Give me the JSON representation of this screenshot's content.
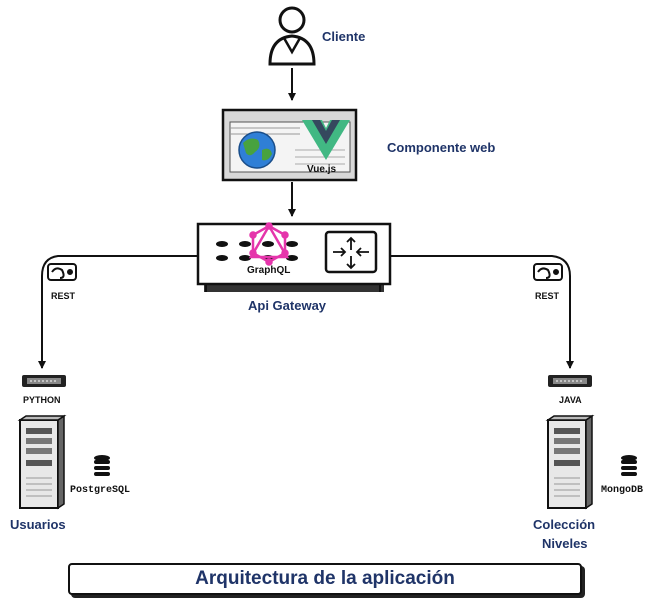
{
  "nodes": {
    "client": "Cliente",
    "web_component": "Componente web",
    "vue": "Vue.js",
    "graphql": "GraphQL",
    "api_gateway": "Api Gateway",
    "rest_left": "REST",
    "rest_right": "REST",
    "python": "PYTHON",
    "java": "JAVA",
    "postgres": "PostgreSQL",
    "mongodb": "MongoDB",
    "users": "Usuarios",
    "levels_line1": "Colección",
    "levels_line2": "Niveles"
  },
  "banner": "Arquitectura  de la aplicación",
  "colors": {
    "accent_navy": "#1f3468",
    "graphql_pink": "#e535ab",
    "vue_green": "#41b883",
    "vue_dark": "#35495e"
  },
  "icons": [
    "user-icon",
    "browser-window-icon",
    "globe-icon",
    "vue-logo-icon",
    "api-gateway-icon",
    "graphql-logo-icon",
    "router-icon",
    "rest-icon",
    "rack-icon",
    "server-icon",
    "database-icon"
  ]
}
